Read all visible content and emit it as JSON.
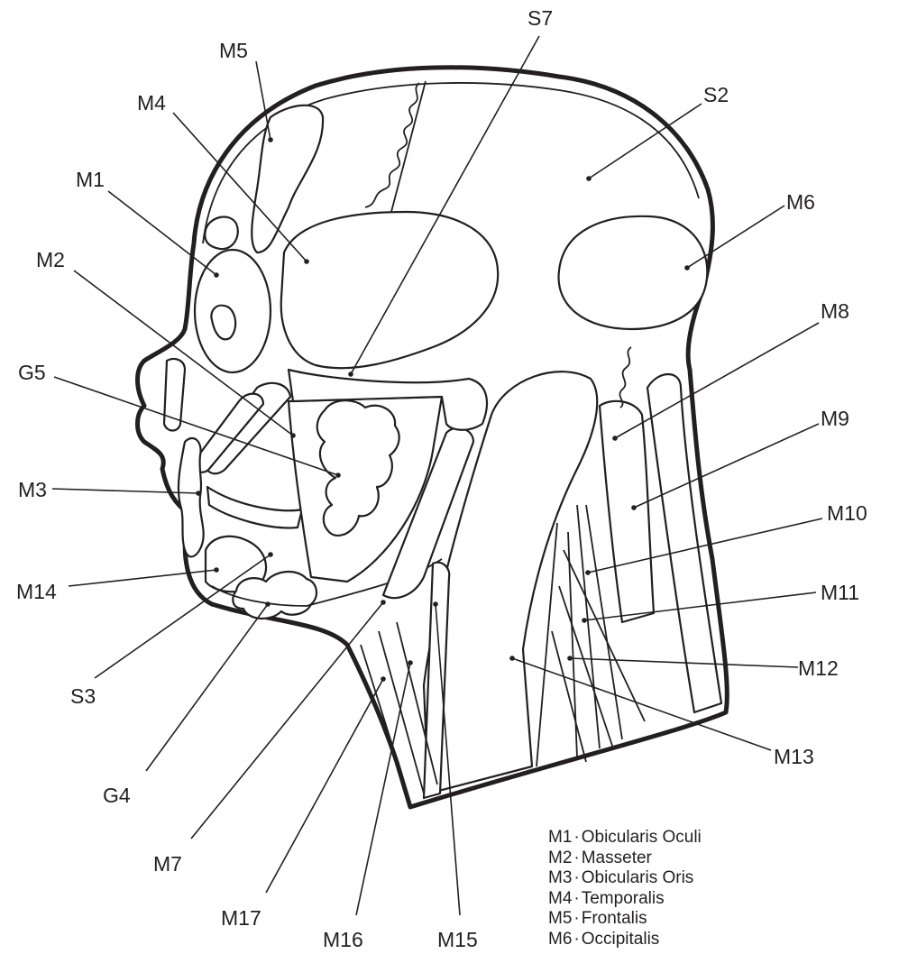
{
  "labels": {
    "M1": "M1",
    "M2": "M2",
    "M3": "M3",
    "M4": "M4",
    "M5": "M5",
    "M6": "M6",
    "M7": "M7",
    "M8": "M8",
    "M9": "M9",
    "M10": "M10",
    "M11": "M11",
    "M12": "M12",
    "M13": "M13",
    "M14": "M14",
    "M15": "M15",
    "M16": "M16",
    "M17": "M17",
    "S2": "S2",
    "S3": "S3",
    "S7": "S7",
    "G4": "G4",
    "G5": "G5"
  },
  "legend": [
    {
      "code": "M1",
      "name": "Obicularis Oculi"
    },
    {
      "code": "M2",
      "name": "Masseter"
    },
    {
      "code": "M3",
      "name": "Obicularis Oris"
    },
    {
      "code": "M4",
      "name": "Temporalis"
    },
    {
      "code": "M5",
      "name": "Frontalis"
    },
    {
      "code": "M6",
      "name": "Occipitalis"
    }
  ]
}
